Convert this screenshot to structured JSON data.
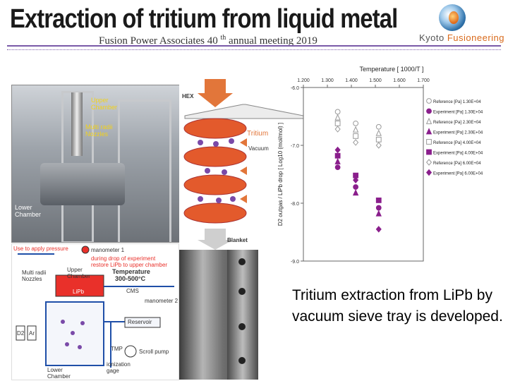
{
  "slide": {
    "title": "Extraction of tritium from liquid metal",
    "subtitle_pre": "Fusion Power Associates 40",
    "subtitle_sup": "th",
    "subtitle_post": " annual meeting 2019",
    "logo_part1": "Kyoto ",
    "logo_part2": "Fusioneering",
    "caption": "Tritium extraction from LiPb by vacuum sieve tray is developed."
  },
  "photo_labels": {
    "upper_chamber": "Upper Chamber",
    "nozzles": "Multi radii Nozzles",
    "lower_chamber": "Lower Chamber"
  },
  "schematic": {
    "apply_pressure": "Use to apply pressure",
    "manometer1": "manometer 1",
    "during_drop": "during drop of experiment",
    "restore": "restore LiPb to upper chamber",
    "nozzles": "Multi radii Nozzles",
    "upper_chamber": "Upper Chamber",
    "lipb": "LiPb",
    "temperature": "Temperature",
    "temp_range": "300-500°C",
    "cms": "CMS",
    "manometer2": "manometer 2",
    "reservoir": "Reservoir",
    "tmp": "TMP",
    "scroll_pump": "Scroll pump",
    "ionization_gage": "ionization gage",
    "lower_chamber": "Lower Chamber",
    "ar": "Ar",
    "d2": "D2"
  },
  "blanket_labels": {
    "hex": "HEX",
    "tritium": "Tritium",
    "vacuum": "Vacuum",
    "blanket": "Blanket"
  },
  "chart_data": {
    "type": "scatter",
    "top_axis_label": "Temperature [ 1000/T ]",
    "top_ticks": [
      "1.200",
      "1.300",
      "1.400",
      "1.500",
      "1.600",
      "1.700"
    ],
    "x_range": [
      1.2,
      1.7
    ],
    "ylabel": "D2 outgas / LiPb drop [ Log10 (mol/mol) ]",
    "y_ticks": [
      "-6.0",
      "-7.0",
      "-8.0",
      "-9.0"
    ],
    "ylim": [
      -9.0,
      -6.0
    ],
    "colors": {
      "reference": "#9a9a9a",
      "experiment": "#8a1f8c"
    },
    "legend_placement": "right",
    "series": [
      {
        "name": "Reference [Pa] 1.30E+04",
        "marker": "circle",
        "kind": "reference",
        "points": [
          [
            1.343,
            -6.42
          ],
          [
            1.418,
            -6.62
          ],
          [
            1.514,
            -6.68
          ]
        ]
      },
      {
        "name": "Experiment [Pa] 1.30E+04",
        "marker": "circle",
        "kind": "experiment",
        "points": [
          [
            1.343,
            -7.38
          ],
          [
            1.418,
            -7.72
          ],
          [
            1.514,
            -8.08
          ]
        ]
      },
      {
        "name": "Reference [Pa] 2.30E+04",
        "marker": "triangle",
        "kind": "reference",
        "points": [
          [
            1.343,
            -6.52
          ],
          [
            1.418,
            -6.73
          ],
          [
            1.514,
            -6.79
          ]
        ]
      },
      {
        "name": "Experiment [Pa] 2.30E+04",
        "marker": "triangle",
        "kind": "experiment",
        "points": [
          [
            1.343,
            -7.28
          ],
          [
            1.418,
            -7.82
          ],
          [
            1.514,
            -8.18
          ]
        ]
      },
      {
        "name": "Reference [Pa] 4.00E+04",
        "marker": "square",
        "kind": "reference",
        "points": [
          [
            1.343,
            -6.62
          ],
          [
            1.418,
            -6.84
          ],
          [
            1.514,
            -6.9
          ]
        ]
      },
      {
        "name": "Experiment [Pa] 4.00E+04",
        "marker": "square",
        "kind": "experiment",
        "points": [
          [
            1.343,
            -7.18
          ],
          [
            1.418,
            -7.52
          ],
          [
            1.514,
            -7.95
          ]
        ]
      },
      {
        "name": "Reference [Pa] 6.00E+04",
        "marker": "diamond",
        "kind": "reference",
        "points": [
          [
            1.343,
            -6.72
          ],
          [
            1.418,
            -6.95
          ],
          [
            1.514,
            -7.0
          ]
        ]
      },
      {
        "name": "Experiment [Pa] 6.00E+04",
        "marker": "diamond",
        "kind": "experiment",
        "points": [
          [
            1.343,
            -7.08
          ],
          [
            1.418,
            -7.6
          ],
          [
            1.514,
            -8.45
          ]
        ]
      }
    ]
  }
}
